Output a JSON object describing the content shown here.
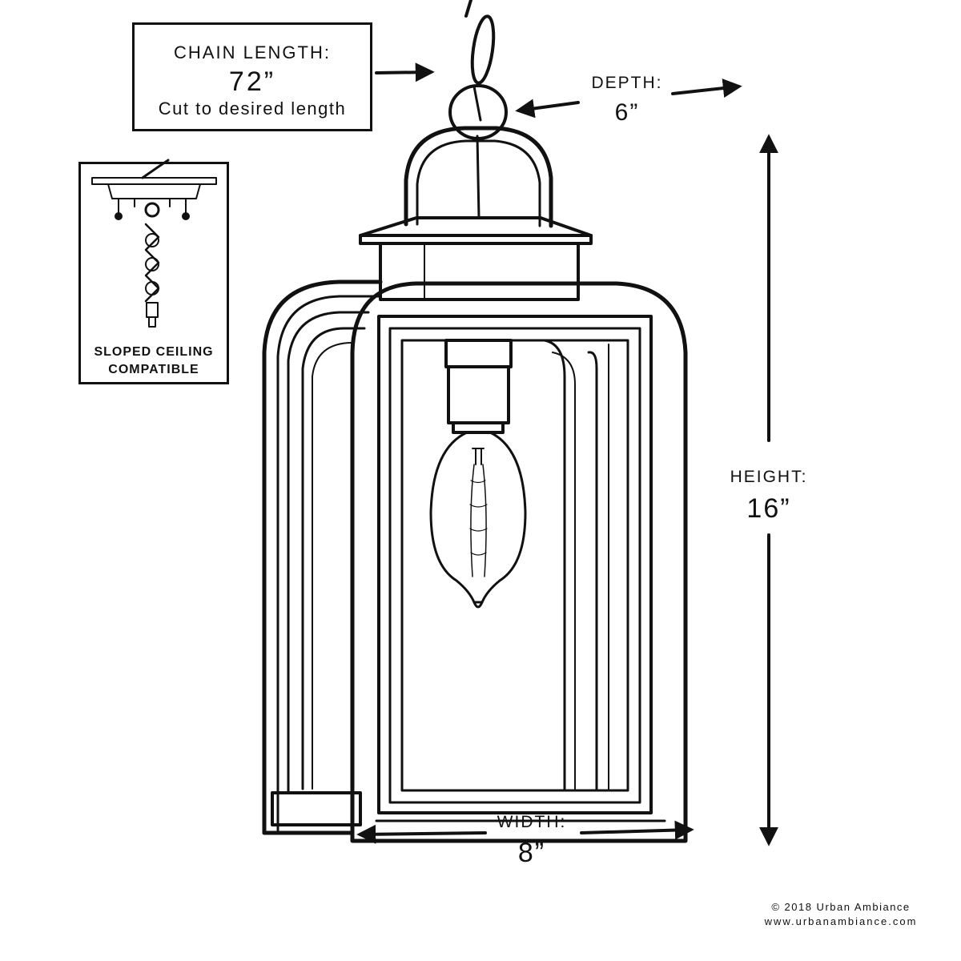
{
  "chain": {
    "label": "CHAIN LENGTH:",
    "value": "72”",
    "note": "Cut to desired length"
  },
  "depth": {
    "label": "DEPTH:",
    "value": "6”"
  },
  "height": {
    "label": "HEIGHT:",
    "value": "16”"
  },
  "width": {
    "label": "WIDTH:",
    "value": "8”"
  },
  "inset": {
    "line1": "SLOPED CEILING",
    "line2": "COMPATIBLE"
  },
  "footer": {
    "copyright": "© 2018 Urban Ambiance",
    "website": "www.urbanambiance.com"
  },
  "colors": {
    "ink": "#111111",
    "background": "#ffffff"
  }
}
